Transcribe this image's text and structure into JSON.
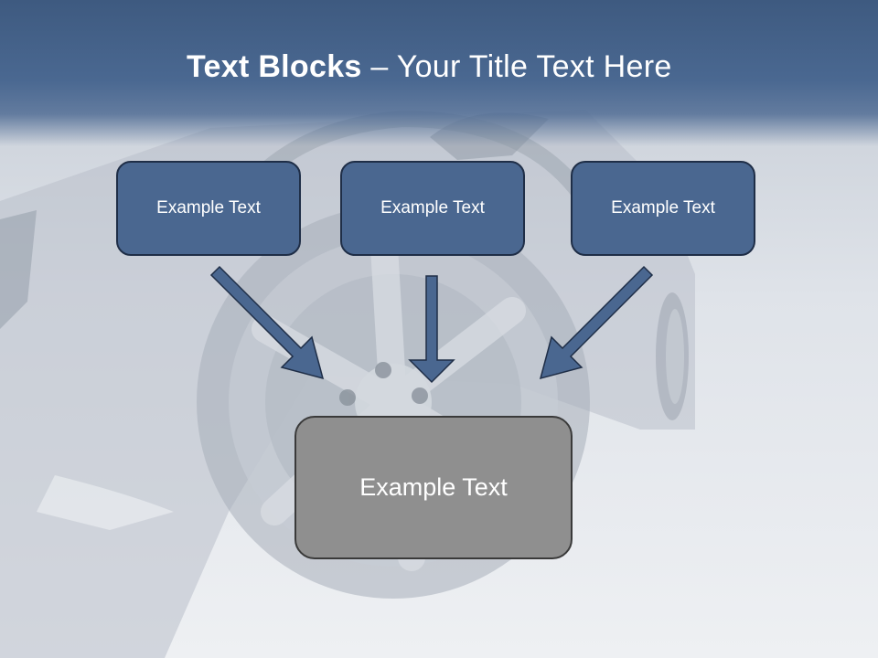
{
  "title": {
    "bold": "Text Blocks",
    "rest": " – Your Title Text Here"
  },
  "boxes": {
    "top": [
      "Example Text",
      "Example Text",
      "Example Text"
    ],
    "bottom": "Example Text"
  },
  "colors": {
    "header": "#4a6891",
    "box_fill": "#4a6790",
    "box_border": "#1f2e47",
    "bottom_fill": "#8f8f8f",
    "arrow_fill": "#4a6790"
  }
}
